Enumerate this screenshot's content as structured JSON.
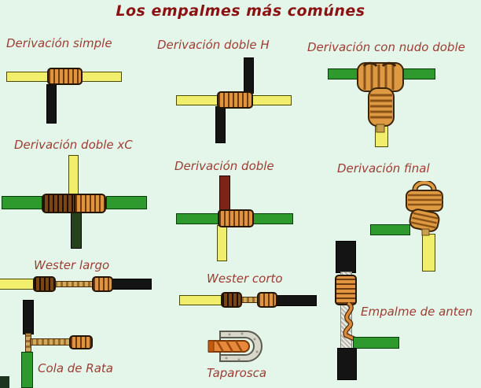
{
  "title": "Los empalmes más comúnes",
  "palette": {
    "background": "#e3f6e9",
    "title_color": "#8b1212",
    "label_color": "#9e3c33",
    "wire_yellow": "#f1ee6b",
    "wire_green": "#2e9a2e",
    "wire_black": "#141414",
    "wire_dark_green": "#25431a",
    "wire_dark_red": "#7d2418",
    "coil_orange": "#e09440",
    "coil_dark_brown": "#7c4514",
    "bare_conductor_tan": "#d2aa5e",
    "wirenut_gray": "#d8d8ca"
  },
  "splices": {
    "derivacion_simple": "Derivación simple",
    "derivacion_doble_h": "Derivación doble H",
    "derivacion_nudo_doble": "Derivación con nudo doble",
    "derivacion_doble_xc": "Derivación doble xC",
    "derivacion_doble": "Derivación doble",
    "derivacion_final": "Derivación final",
    "wester_largo": "Wester largo",
    "wester_corto": "Wester corto",
    "empalme_antena": "Empalme de anten",
    "cola_de_rata": "Cola de Rata",
    "taparosca": "Taparosca"
  }
}
